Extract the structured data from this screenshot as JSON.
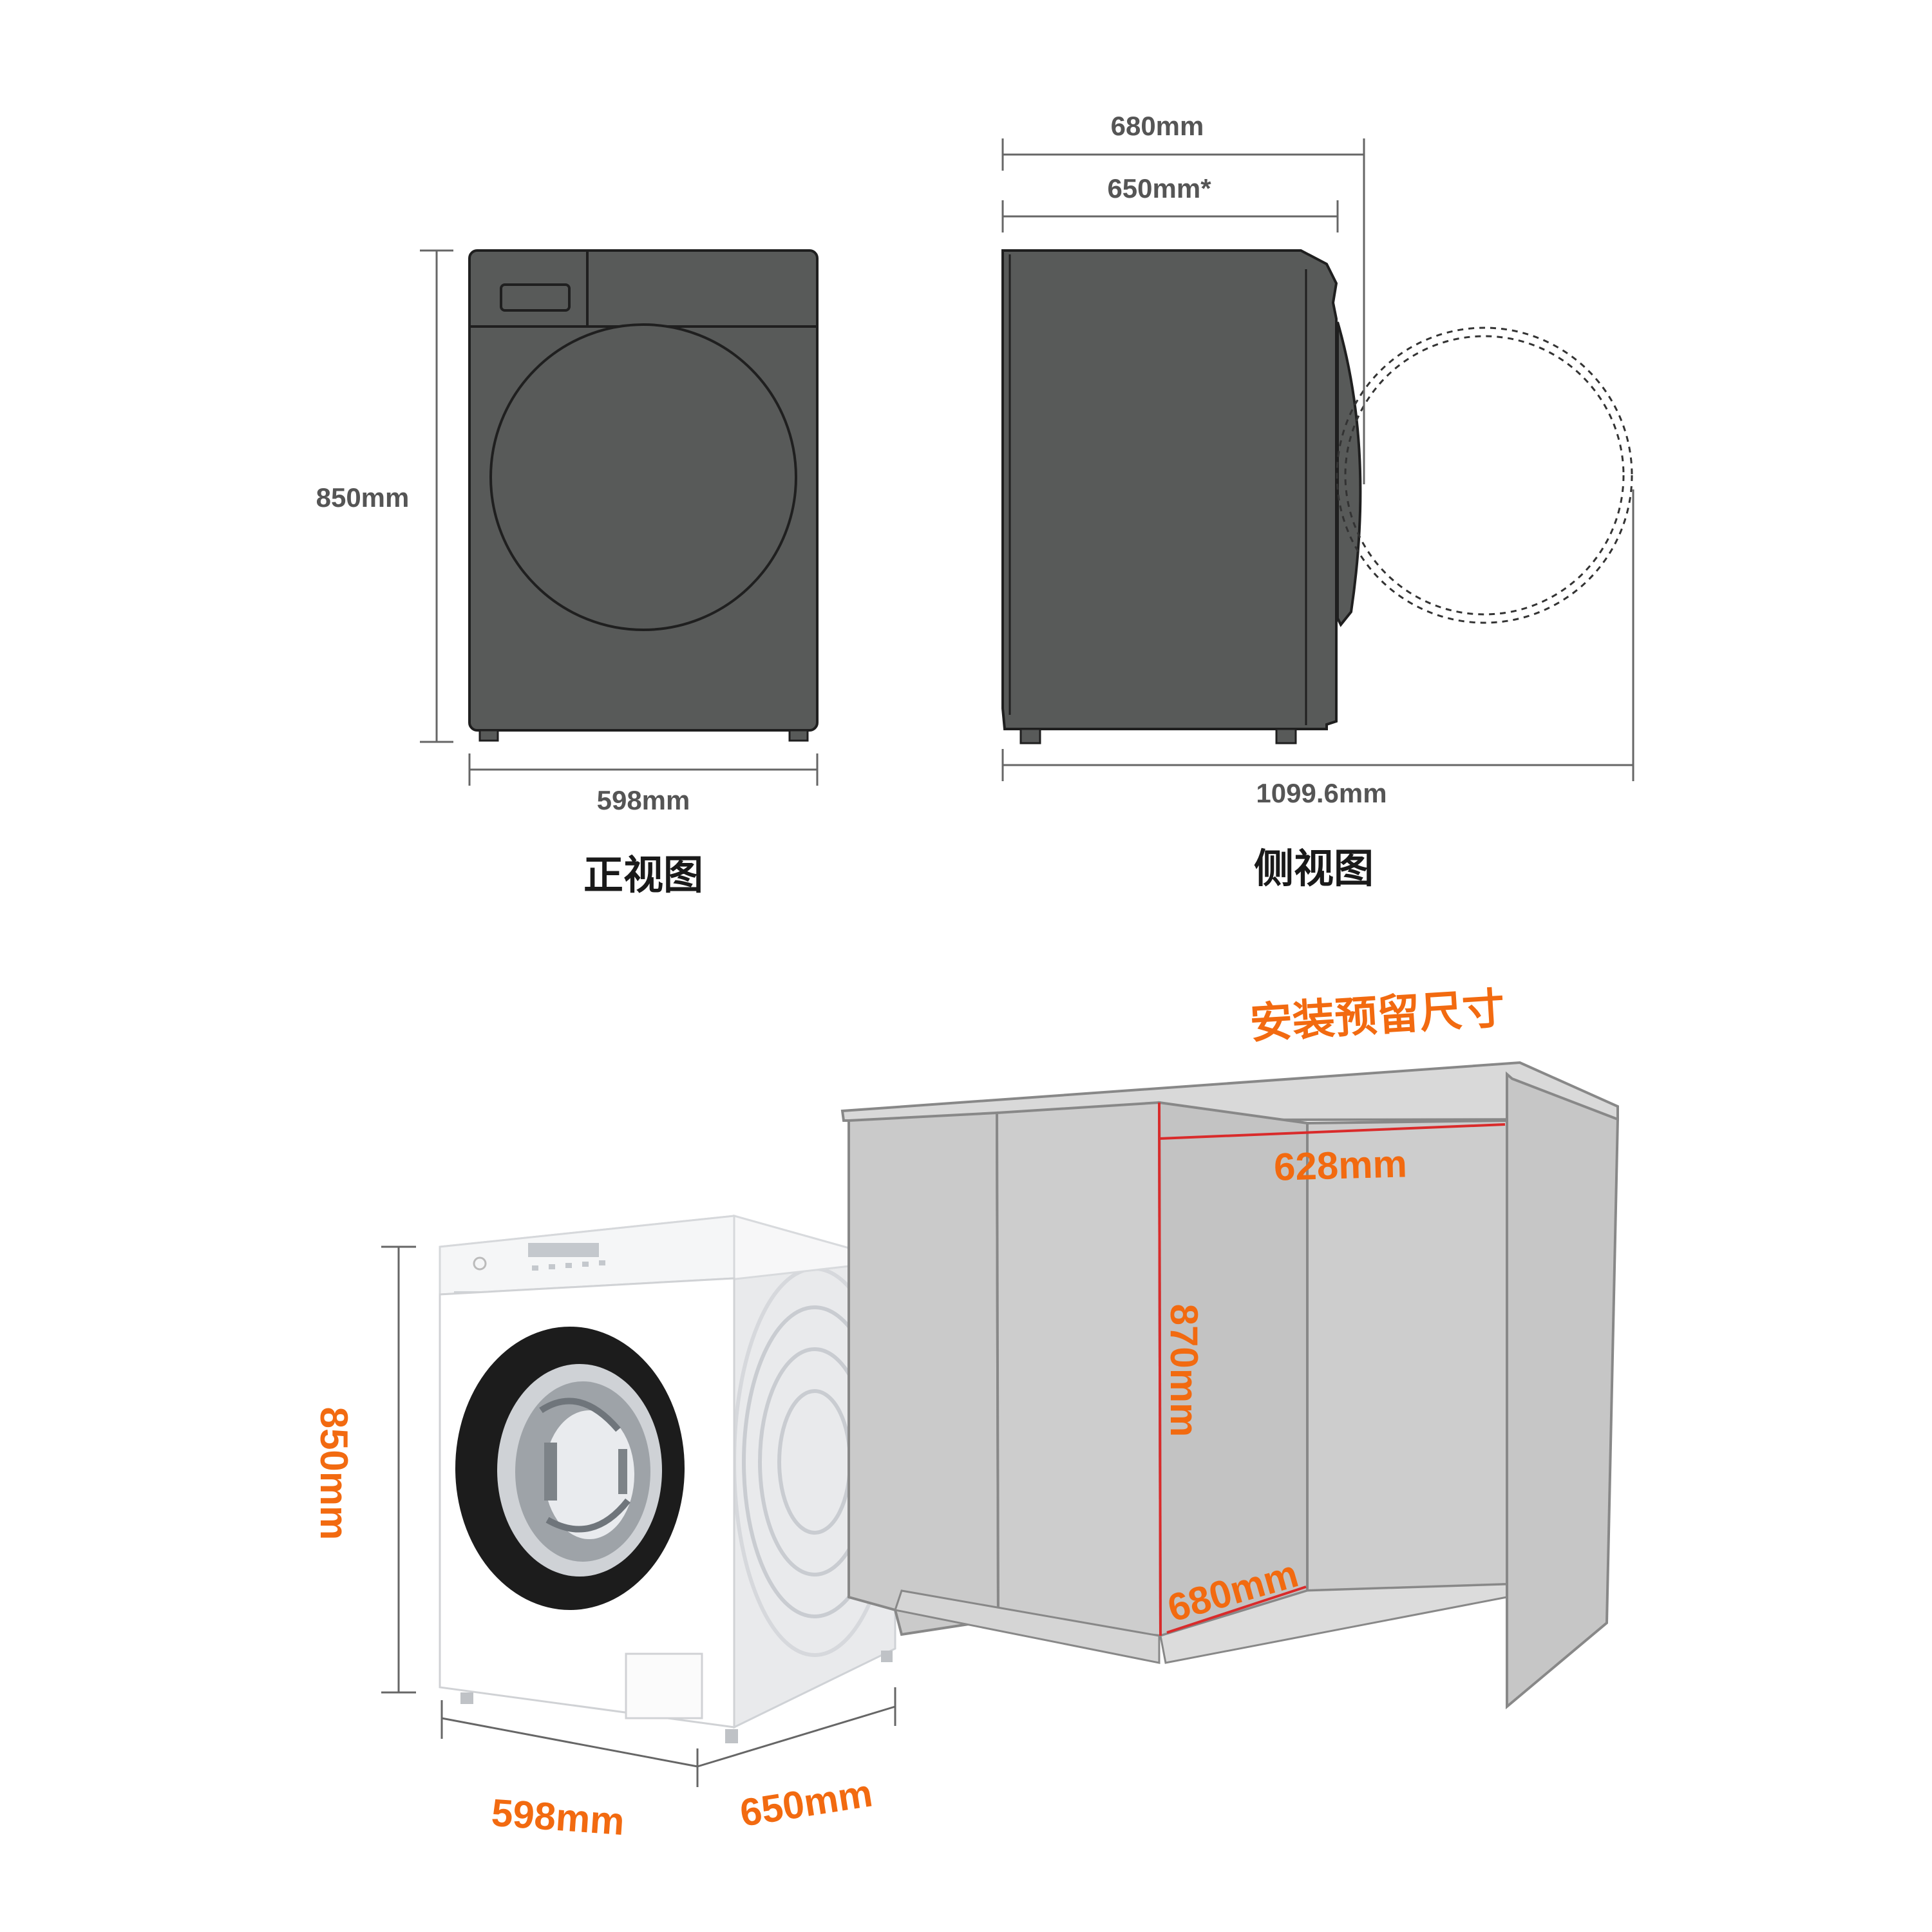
{
  "front_view": {
    "height_label": "850mm",
    "width_label": "598mm",
    "caption": "正视图"
  },
  "side_view": {
    "overall_depth_label": "680mm",
    "body_depth_label": "650mm*",
    "door_open_depth_label": "1099.6mm",
    "caption": "侧视图"
  },
  "installation": {
    "title": "安装预留尺寸",
    "cabinet_width_label": "628mm",
    "cabinet_height_label": "870mm",
    "cabinet_depth_label": "680mm"
  },
  "product_photo": {
    "height_label": "850mm",
    "width_label": "598mm",
    "depth_label": "650mm"
  },
  "colors": {
    "accent_orange": "#F26A10",
    "appliance_dark": "#585a59",
    "cabinet_gray": "#cfcfcf",
    "guide_red": "#d92b2b"
  }
}
